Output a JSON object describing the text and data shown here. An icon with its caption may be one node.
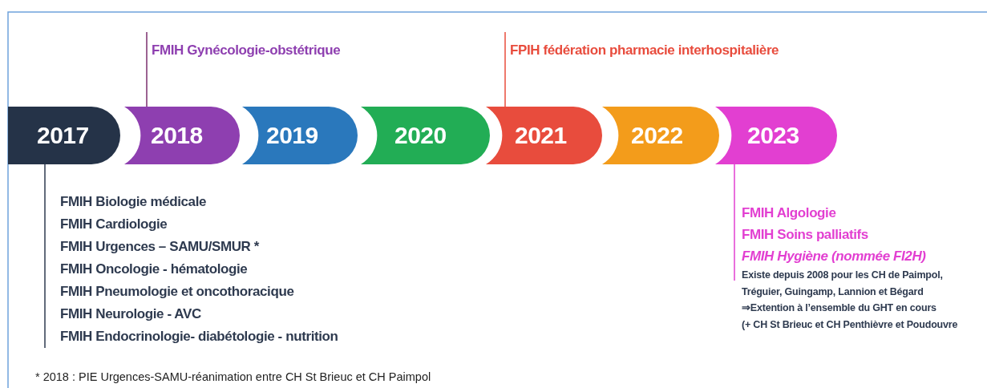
{
  "diagram": {
    "nodes": [
      {
        "text": [
          "2017"
        ]
      },
      {
        "text": [
          "2018"
        ]
      },
      {
        "text": [
          "2019"
        ]
      },
      {
        "text": [
          "2020"
        ]
      },
      {
        "text": [
          "2021"
        ]
      },
      {
        "text": [
          "2022"
        ]
      },
      {
        "text": [
          "2023"
        ]
      },
      {
        "text": [
          "FMIH Gynécologie-obstétrique"
        ]
      },
      {
        "text": [
          "FPIH fédération pharmacie interhospitalière"
        ]
      },
      {
        "text": [
          "FMIH Biologie médicale",
          "FMIH Cardiologie",
          "FMIH Urgences – SAMU/SMUR *",
          "FMIH Oncologie - hématologie",
          "FMIH Pneumologie et oncothoracique",
          "FMIH Neurologie - AVC",
          "FMIH Endocrinologie- diabétologie - nutrition"
        ]
      },
      {
        "text": [
          "FMIH Algologie",
          "FMIH Soins palliatifs",
          "FMIH Hygiène (nommée FI2H)",
          "Existe depuis 2008 pour les CH de Paimpol, Tréguier, Guingamp, Lannion et Bégard",
          "⇒Extention à l’ensemble du GHT en cours",
          "(+ CH St Brieuc et CH Penthièvre et Poudouvre"
        ]
      }
    ],
    "edges": [
      {
        "from": 1,
        "to": 7,
        "arrow": "none",
        "color": "#7b2f6e"
      },
      {
        "from": 4,
        "to": 8,
        "arrow": "none",
        "color": "#e84c3d"
      },
      {
        "from": 0,
        "to": 9,
        "arrow": "none",
        "color": "#2e3a4f"
      },
      {
        "from": 6,
        "to": 10,
        "arrow": "none",
        "color": "#e23fd1"
      }
    ],
    "labels": [
      "* 2018 : PIE Urgences-SAMU-réanimation entre CH St Brieuc et CH Paimpol"
    ]
  }
}
